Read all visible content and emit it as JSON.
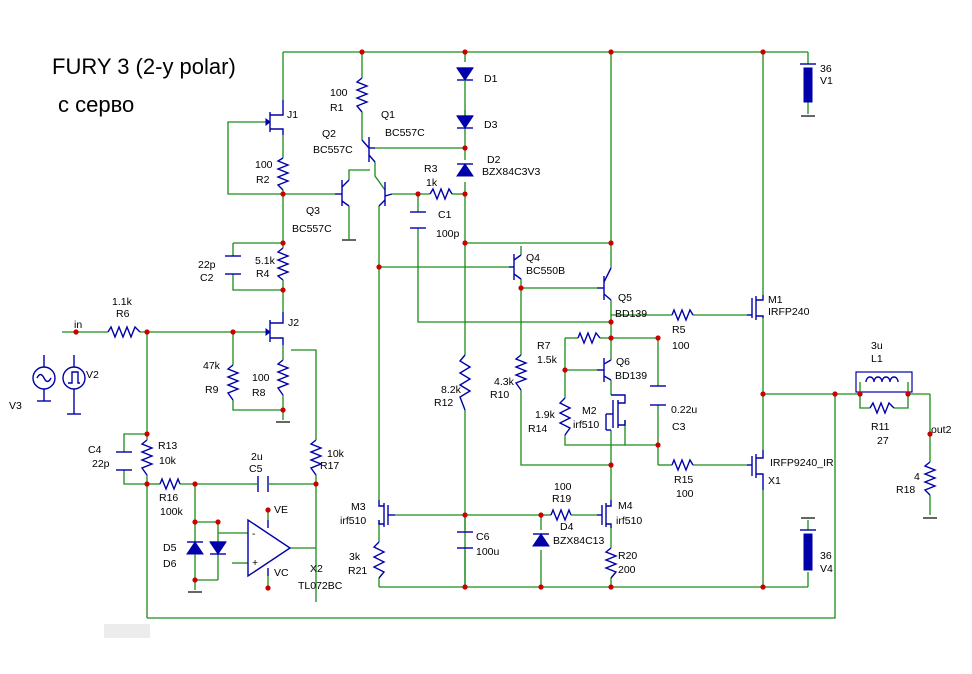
{
  "title": "FURY 3  (2-y polar)",
  "subtitle": "с серво",
  "parts": {
    "J1": "J1",
    "R2": "R2",
    "R2_val": "100",
    "R1": "R1",
    "R1_val": "100",
    "Q1": "Q1",
    "Q1_type": "BC557C",
    "Q2": "Q2",
    "Q2_type": "BC557C",
    "Q3": "Q3",
    "Q3_type": "BC557C",
    "D1": "D1",
    "D3": "D3",
    "D2": "D2",
    "D2_type": "BZX84C3V3",
    "R3": "R3",
    "R3_val": "1k",
    "C1": "C1",
    "C1_val": "100p",
    "C2": "C2",
    "C2_val": "22p",
    "R4": "R4",
    "R4_val": "5.1k",
    "R6": "R6",
    "R6_val": "1.1k",
    "in_label": "in",
    "J2": "J2",
    "R9": "R9",
    "R9_val": "47k",
    "R8": "R8",
    "R8_val": "100",
    "V3": "V3",
    "V2": "V2",
    "C4": "C4",
    "C4_val": "22p",
    "R13": "R13",
    "R13_val": "10k",
    "R16": "R16",
    "R16_val": "100k",
    "C5": "C5",
    "C5_val": "2u",
    "R17": "R17",
    "R17_val": "10k",
    "VE": "VE",
    "VC": "VC",
    "X2": "X2",
    "X2_type": "TL072BC",
    "D5": "D5",
    "D6": "D6",
    "Q4": "Q4",
    "Q4_type": "BC550B",
    "Q5": "Q5",
    "Q5_type": "BD139",
    "R5": "R5",
    "R5_val": "100",
    "R7": "R7",
    "R7_val": "1.5k",
    "Q6": "Q6",
    "Q6_type": "BD139",
    "R10": "R10",
    "R10_val": "4.3k",
    "R12": "R12",
    "R12_val": "8.2k",
    "R14": "R14",
    "R14_val": "1.9k",
    "M2": "M2",
    "M2_type": "irf510",
    "C3": "C3",
    "C3_val": "0.22u",
    "R15": "R15",
    "R15_val": "100",
    "M1": "M1",
    "M1_type": "IRFP240",
    "X1": "X1",
    "X1_type": "IRFP9240_IR",
    "L1": "L1",
    "L1_val": "3u",
    "R11": "R11",
    "R11_val": "27",
    "out_label": "out2",
    "R18": "R18",
    "R18_val": "4",
    "V1": "V1",
    "V1_val": "36",
    "V4": "V4",
    "V4_val": "36",
    "M3": "M3",
    "M3_type": "irf510",
    "R21": "R21",
    "R21_val": "3k",
    "C6": "C6",
    "C6_val": "100u",
    "R19": "R19",
    "R19_val": "100",
    "D4": "D4",
    "D4_type": "BZX84C13",
    "M4": "M4",
    "M4_type": "irf510",
    "R20": "R20",
    "R20_val": "200"
  }
}
